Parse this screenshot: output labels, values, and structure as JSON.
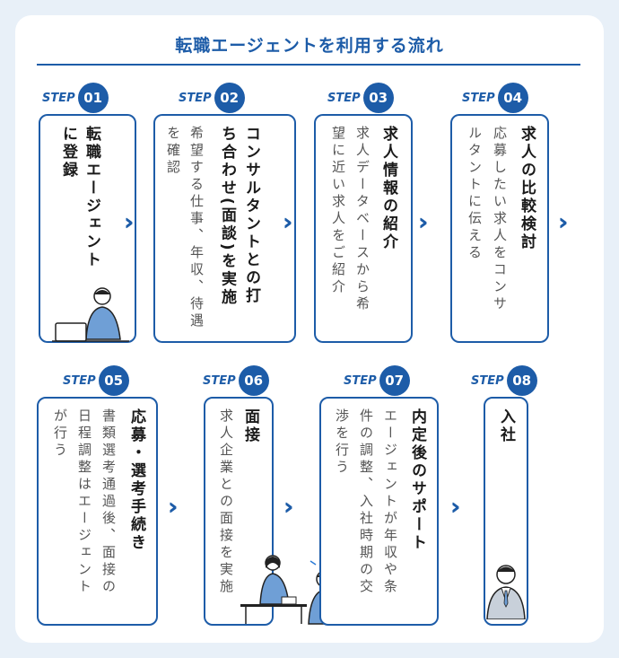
{
  "title": "転職エージェントを利用する流れ",
  "step_word": "STEP",
  "steps": [
    {
      "num": "01",
      "title": [
        "転職エージェント",
        "に登録"
      ],
      "desc": []
    },
    {
      "num": "02",
      "title": [
        "コンサルタントとの打",
        "ち合わせ(面談)を実施"
      ],
      "desc": [
        "希望する仕事、年収、待遇",
        "を確認"
      ]
    },
    {
      "num": "03",
      "title": [
        "求人情報の紹介"
      ],
      "desc": [
        "求人データベースから希",
        "望に近い求人をご紹介"
      ]
    },
    {
      "num": "04",
      "title": [
        "求人の比較検討"
      ],
      "desc": [
        "応募したい求人をコンサ",
        "ルタントに伝える"
      ]
    },
    {
      "num": "05",
      "title": [
        "応募・選考手続き"
      ],
      "desc": [
        "書類選考通過後、面接の",
        "日程調整はエージェント",
        "が行う"
      ]
    },
    {
      "num": "06",
      "title": [
        "面接"
      ],
      "desc": [
        "求人企業との面接を実施"
      ]
    },
    {
      "num": "07",
      "title": [
        "内定後のサポート"
      ],
      "desc": [
        "エージェントが年収や条",
        "件の調整、入社時期の交",
        "渉を行う"
      ]
    },
    {
      "num": "08",
      "title": [
        "入社"
      ],
      "desc": []
    }
  ],
  "arrow_glyph": "››",
  "colors": {
    "accent": "#1d5ca8",
    "background": "#e8f0f8",
    "text": "#1a1a1a"
  }
}
